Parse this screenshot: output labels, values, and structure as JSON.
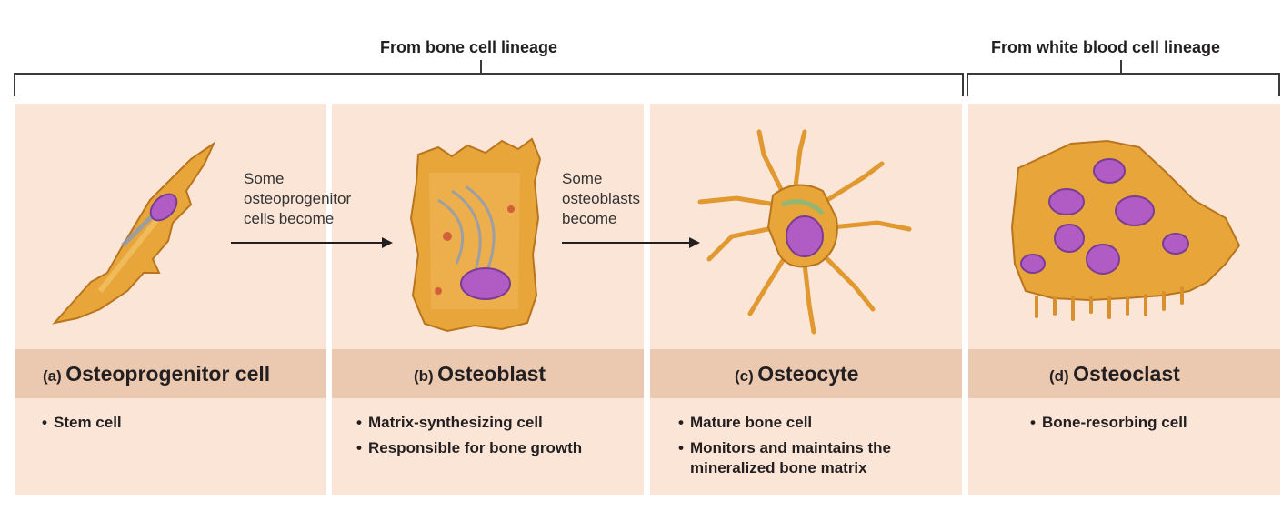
{
  "lineages": [
    {
      "title": "From bone cell lineage"
    },
    {
      "title": "From white blood cell lineage"
    }
  ],
  "transitions": [
    {
      "text": "Some\nosteoprogenitor\ncells become"
    },
    {
      "text": "Some\nosteoblasts\nbecome"
    }
  ],
  "cells": [
    {
      "tag": "(a)",
      "name": "Osteoprogenitor cell",
      "bullets": [
        "Stem cell"
      ]
    },
    {
      "tag": "(b)",
      "name": "Osteoblast",
      "bullets": [
        "Matrix-synthesizing cell",
        "Responsible for bone growth"
      ]
    },
    {
      "tag": "(c)",
      "name": "Osteocyte",
      "bullets": [
        "Mature bone cell",
        "Monitors and maintains the mineralized bone matrix"
      ]
    },
    {
      "tag": "(d)",
      "name": "Osteoclast",
      "bullets": [
        "Bone-resorbing cell"
      ]
    }
  ],
  "colors": {
    "panel": "#fbe5d6",
    "label_band": "#ebc9b1",
    "cell_body": "#e8a53a",
    "nucleus": "#b05cc4"
  }
}
